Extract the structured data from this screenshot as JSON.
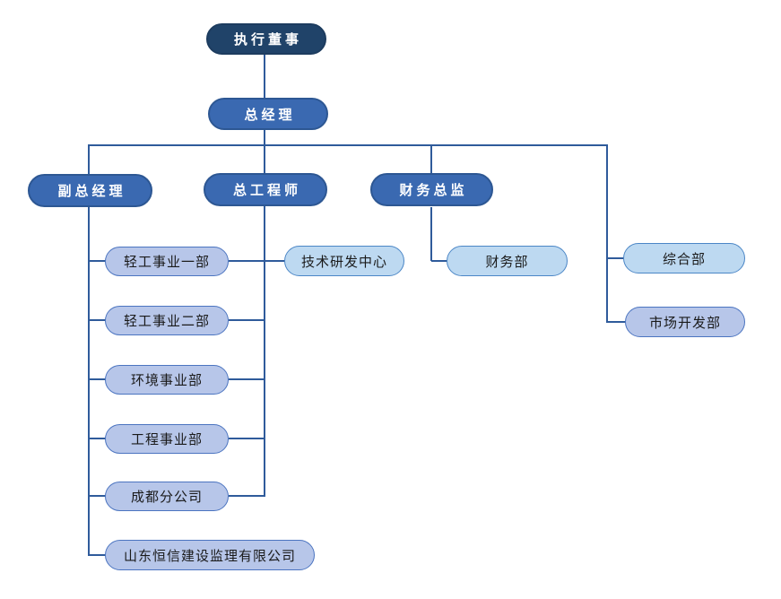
{
  "diagram": {
    "type": "org-chart",
    "background": "#ffffff",
    "colors": {
      "level1_fill": "#204369",
      "level2_fill": "#3a69b1",
      "level2_border": "#2d5793",
      "lavender_fill": "#b7c6e9",
      "lavender_border": "#4b74c0",
      "lightblue_fill": "#bdd9f1",
      "lightblue_border": "#4b86c6",
      "connector": "#2f5b9b",
      "text_light": "#ffffff",
      "text_dark": "#1a1a1a"
    },
    "nodes": [
      {
        "id": "executive-director",
        "label": "执行董事",
        "style": "level1",
        "parents": []
      },
      {
        "id": "general-manager",
        "label": "总经理",
        "style": "level2",
        "parents": [
          "executive-director"
        ]
      },
      {
        "id": "deputy-general-manager",
        "label": "副总经理",
        "style": "level2",
        "parents": [
          "general-manager"
        ]
      },
      {
        "id": "chief-engineer",
        "label": "总工程师",
        "style": "level2",
        "parents": [
          "general-manager"
        ]
      },
      {
        "id": "finance-director",
        "label": "财务总监",
        "style": "level2",
        "parents": [
          "general-manager"
        ]
      },
      {
        "id": "light-industry-div-1",
        "label": "轻工事业一部",
        "style": "lavender",
        "parents": [
          "deputy-general-manager",
          "chief-engineer"
        ]
      },
      {
        "id": "light-industry-div-2",
        "label": "轻工事业二部",
        "style": "lavender",
        "parents": [
          "deputy-general-manager",
          "chief-engineer"
        ]
      },
      {
        "id": "environment-div",
        "label": "环境事业部",
        "style": "lavender",
        "parents": [
          "deputy-general-manager",
          "chief-engineer"
        ]
      },
      {
        "id": "engineering-div",
        "label": "工程事业部",
        "style": "lavender",
        "parents": [
          "deputy-general-manager",
          "chief-engineer"
        ]
      },
      {
        "id": "chengdu-branch",
        "label": "成都分公司",
        "style": "lavender",
        "parents": [
          "deputy-general-manager",
          "chief-engineer"
        ]
      },
      {
        "id": "shandong-hengxin",
        "label": "山东恒信建设监理有限公司",
        "style": "lavender",
        "parents": [
          "deputy-general-manager"
        ]
      },
      {
        "id": "tech-rd-center",
        "label": "技术研发中心",
        "style": "lightblue",
        "parents": [
          "chief-engineer"
        ]
      },
      {
        "id": "finance-dept",
        "label": "财务部",
        "style": "lightblue",
        "parents": [
          "finance-director"
        ]
      },
      {
        "id": "general-affairs-dept",
        "label": "综合部",
        "style": "lightblue",
        "parents": [
          "general-manager"
        ]
      },
      {
        "id": "market-development-dept",
        "label": "市场开发部",
        "style": "lavender",
        "parents": [
          "general-manager"
        ]
      }
    ]
  }
}
